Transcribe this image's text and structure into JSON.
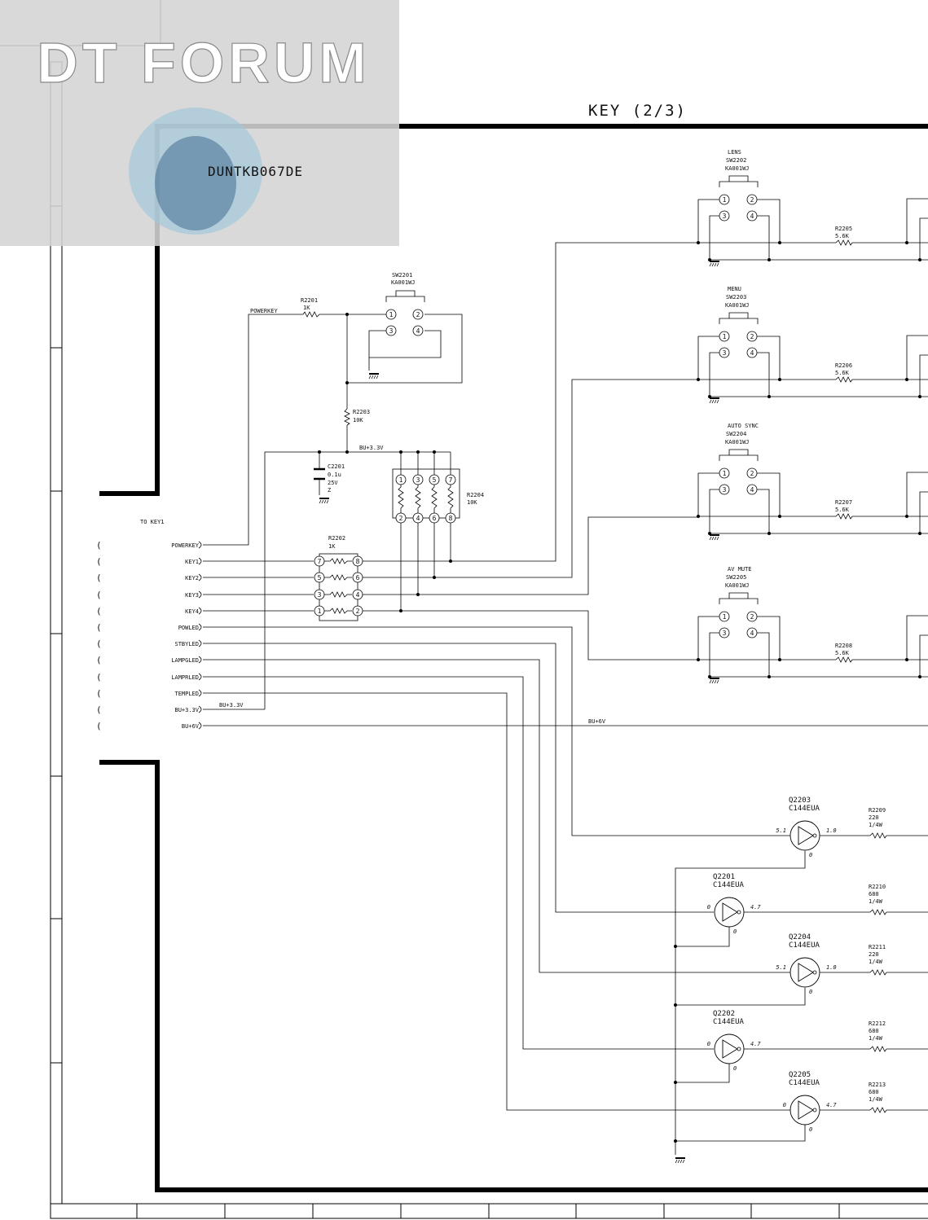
{
  "watermark": {
    "logo_text": "DT FORUM",
    "code": "DUNTKB067DE",
    "colors": {
      "panel": "#d4d4d4",
      "face": "#9ec6dc"
    }
  },
  "diagram": {
    "title": "KEY (2/3)",
    "connector": {
      "label": "TO KEY1",
      "pins": [
        "POWERKEY",
        "KEY1",
        "KEY2",
        "KEY3",
        "KEY4",
        "POWLED",
        "STBYLED",
        "LAMPGLED",
        "LAMPRLED",
        "TEMPLED",
        "BU+3.3V",
        "BU+6V"
      ]
    },
    "nets": {
      "powerkey": "POWERKEY",
      "bu33_top": "BU+3.3V",
      "bu33_conn": "BU+3.3V",
      "bu6": "BU+6V"
    },
    "sw2201": {
      "ref": "SW2201",
      "part": "KA001WJ"
    },
    "r2201": {
      "ref": "R2201",
      "value": "1K"
    },
    "r2203": {
      "ref": "R2203",
      "value": "10K"
    },
    "c2201": {
      "ref": "C2201",
      "v1": "0.1u",
      "v2": "25V",
      "v3": "Z"
    },
    "r2204": {
      "ref": "R2204",
      "value": "10K",
      "top_pins": [
        "1",
        "3",
        "5",
        "7"
      ],
      "bottom_pins": [
        "2",
        "4",
        "6",
        "8"
      ]
    },
    "r2202": {
      "ref": "R2202",
      "value": "1K",
      "left_pins": [
        "7",
        "5",
        "3",
        "1"
      ],
      "right_pins": [
        "8",
        "6",
        "4",
        "2"
      ]
    },
    "switches": [
      {
        "name": "LENS",
        "ref": "SW2202",
        "part": "KA001WJ",
        "r_ref": "R2205",
        "r_val": "5.6K"
      },
      {
        "name": "MENU",
        "ref": "SW2203",
        "part": "KA001WJ",
        "r_ref": "R2206",
        "r_val": "5.6K"
      },
      {
        "name": "AUTO SYNC",
        "ref": "SW2204",
        "part": "KA001WJ",
        "r_ref": "R2207",
        "r_val": "5.6K"
      },
      {
        "name": "AV MUTE",
        "ref": "SW2205",
        "part": "KA001WJ",
        "r_ref": "R2208",
        "r_val": "5.6K"
      }
    ],
    "switch_pins": [
      "1",
      "2",
      "3",
      "4"
    ],
    "transistors": [
      {
        "ref": "Q2203",
        "part": "C144EUA",
        "vin": "5.1",
        "vout": "1.0",
        "ve": "0",
        "r_ref": "R2209",
        "r_val": "220",
        "r_pwr": "1/4W"
      },
      {
        "ref": "Q2201",
        "part": "C144EUA",
        "vin": "0",
        "vout": "4.7",
        "ve": "0",
        "r_ref": "R2210",
        "r_val": "680",
        "r_pwr": "1/4W"
      },
      {
        "ref": "Q2204",
        "part": "C144EUA",
        "vin": "5.1",
        "vout": "1.0",
        "ve": "0",
        "r_ref": "R2211",
        "r_val": "220",
        "r_pwr": "1/4W"
      },
      {
        "ref": "Q2202",
        "part": "C144EUA",
        "vin": "0",
        "vout": "4.7",
        "ve": "0",
        "r_ref": "R2212",
        "r_val": "680",
        "r_pwr": "1/4W"
      },
      {
        "ref": "Q2205",
        "part": "C144EUA",
        "vin": "0",
        "vout": "4.7",
        "ve": "0",
        "r_ref": "R2213",
        "r_val": "680",
        "r_pwr": "1/4W"
      }
    ]
  }
}
